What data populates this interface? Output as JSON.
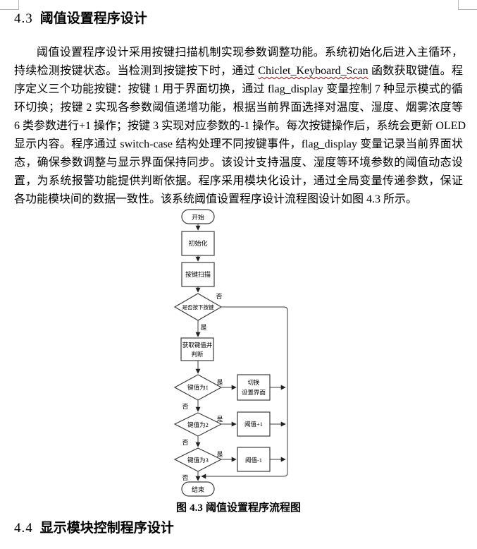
{
  "colors": {
    "spell_error_underline": "#cc0000",
    "flow_line": "#3c3c3c"
  },
  "headings": {
    "h43": {
      "num": "4.3",
      "title": "阈值设置程序设计"
    },
    "h44": {
      "num": "4.4",
      "title": "显示模块控制程序设计"
    }
  },
  "paragraph": {
    "lines": [
      {
        "segments": [
          {
            "t": "阈值设置程序设计采用按键扫描机制实现参数调整功能。系统初始化后进入主循环，"
          }
        ]
      },
      {
        "segments": [
          {
            "t": "持续检测按键状态。当检测到按键按下时，通过 "
          },
          {
            "t": "Chiclet_Keyboard_Scan"
          },
          {
            "t": " 函数获取键值。程"
          }
        ]
      },
      {
        "segments": [
          {
            "t": "序定义三个功能按键：按键 "
          },
          {
            "t": "1"
          },
          {
            "t": " 用于界面切换，通过 "
          },
          {
            "t": "flag_display"
          },
          {
            "t": " 变量控制 "
          },
          {
            "t": "7"
          },
          {
            "t": " 种显示模式的循"
          }
        ]
      },
      {
        "segments": [
          {
            "t": "环切换；按键 "
          },
          {
            "t": "2"
          },
          {
            "t": " 实现各参数阈值递增功能，根据当前界面选择对温度、湿度、烟雾浓度等"
          }
        ]
      },
      {
        "segments": [
          {
            "t": "6"
          },
          {
            "t": " 类参数进行"
          },
          {
            "t": "+1"
          },
          {
            "t": " 操作；按键 "
          },
          {
            "t": "3"
          },
          {
            "t": " 实现对应参数的"
          },
          {
            "t": "-1"
          },
          {
            "t": " 操作。每次按键操作后，系统会更新 "
          },
          {
            "t": "OLED"
          }
        ]
      },
      {
        "segments": [
          {
            "t": "显示内容。程序通过 "
          },
          {
            "t": "switch-case"
          },
          {
            "t": " 结构处理不同按键事件，"
          },
          {
            "t": "flag_display"
          },
          {
            "t": " 变量记录当前界面状"
          }
        ]
      },
      {
        "segments": [
          {
            "t": "态，确保参数调整与显示界面保持同步。该设计支持温度、湿度等环境参数的阈值动态设"
          }
        ]
      },
      {
        "segments": [
          {
            "t": "置，为系统报警功能提供判断依据。程序采用模块化设计，通过全局变量传递参数，保证"
          }
        ]
      },
      {
        "segments": [
          {
            "t": "各功能模块间的数据一致性。该系统阈值设置程序设计流程图设计如图 "
          },
          {
            "t": "4.3"
          },
          {
            "t": " 所示。"
          }
        ]
      }
    ]
  },
  "flowchart": {
    "start": "开始",
    "init": "初始化",
    "scan": "按键扫描",
    "d_press": "是否按下按键",
    "get_key_l1": "获取键值并",
    "get_key_l2": "判断",
    "d_key1": "键值为1",
    "switch_l1": "切换",
    "switch_l2": "设置界面",
    "d_key2": "键值为2",
    "inc": "阈值+1",
    "d_key3": "键值为3",
    "dec": "阈值-1",
    "end": "结束",
    "yes": "是",
    "no": "否"
  },
  "caption": {
    "fig": "图 ",
    "num": "4.3",
    "title": " 阈值设置程序流程图"
  }
}
